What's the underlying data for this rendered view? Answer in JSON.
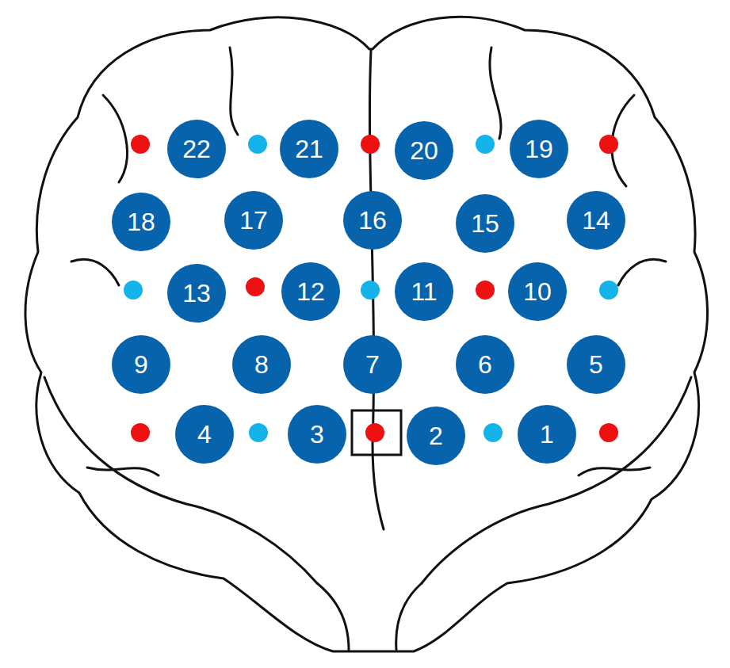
{
  "diagram": {
    "nodes": [
      {
        "text": [
          "22"
        ]
      },
      {
        "text": [
          "21"
        ]
      },
      {
        "text": [
          "20"
        ]
      },
      {
        "text": [
          "19"
        ]
      },
      {
        "text": [
          "18"
        ]
      },
      {
        "text": [
          "17"
        ]
      },
      {
        "text": [
          "16"
        ]
      },
      {
        "text": [
          "15"
        ]
      },
      {
        "text": [
          "14"
        ]
      },
      {
        "text": [
          "13"
        ]
      },
      {
        "text": [
          "12"
        ]
      },
      {
        "text": [
          "11"
        ]
      },
      {
        "text": [
          "10"
        ]
      },
      {
        "text": [
          "9"
        ]
      },
      {
        "text": [
          "8"
        ]
      },
      {
        "text": [
          "7"
        ]
      },
      {
        "text": [
          "6"
        ]
      },
      {
        "text": [
          "5"
        ]
      },
      {
        "text": [
          "4"
        ]
      },
      {
        "text": [
          "3"
        ]
      },
      {
        "text": [
          "2"
        ]
      },
      {
        "text": [
          "1"
        ]
      }
    ]
  }
}
